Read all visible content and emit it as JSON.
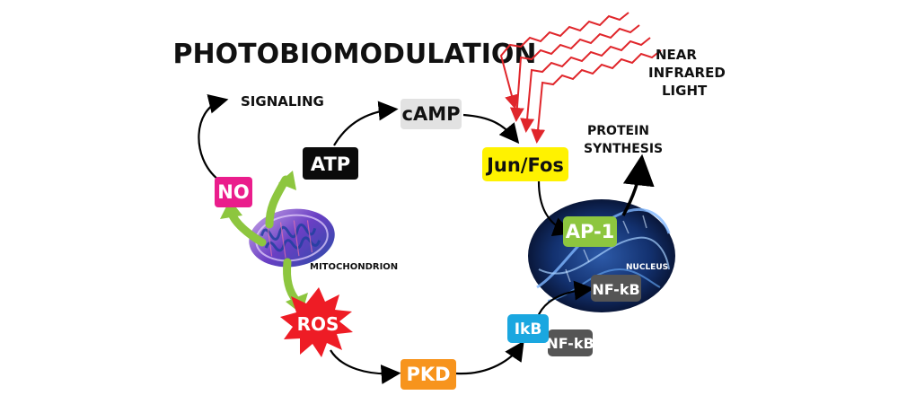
{
  "title": "PHOTOBIOMODULATION",
  "labels": {
    "signaling": "SIGNALING",
    "near": "NEAR",
    "infrared": "INFRARED",
    "light": "LIGHT",
    "protein": "PROTEIN",
    "synthesis": "SYNTHESIS",
    "mitochondrion": "MITOCHONDRION",
    "nucleus": "NUCLEUS"
  },
  "nodes": {
    "camp": "cAMP",
    "atp": "ATP",
    "no": "NO",
    "ros": "ROS",
    "pkd": "PKD",
    "ikb": "IkB",
    "nfkb_bottom": "NF-kB",
    "jun_fos": "Jun/Fos",
    "ap1": "AP-1",
    "nfkb_nucleus": "NF-kB"
  },
  "colors": {
    "camp": "#e2e2e2",
    "atp": "#0b0b0b",
    "no": "#ea1d8c",
    "ros": "#ee1c25",
    "pkd": "#f7941d",
    "ikb": "#1aa7e0",
    "nfkb": "#555555",
    "jun_fos": "#fff200",
    "ap1": "#8dc63f",
    "green_arrow": "#8dc63f",
    "light_ray": "#e0262b",
    "nucleus": "#0c1e4a"
  }
}
